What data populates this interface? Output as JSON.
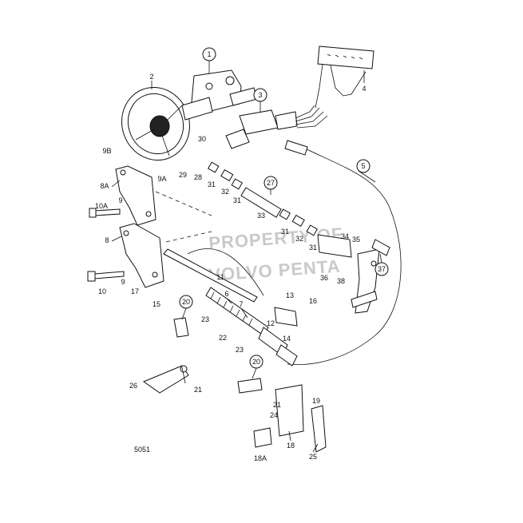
{
  "watermark": [
    "PROPERTY OF",
    "VOLVO PENTA"
  ],
  "figure_id": "5051",
  "labels": [
    {
      "id": "1",
      "text": "1",
      "circled": true
    },
    {
      "id": "2",
      "text": "2"
    },
    {
      "id": "3",
      "text": "3",
      "circled": true
    },
    {
      "id": "4",
      "text": "4"
    },
    {
      "id": "5",
      "text": "5",
      "circled": true
    },
    {
      "id": "6",
      "text": "6"
    },
    {
      "id": "7",
      "text": "7"
    },
    {
      "id": "8",
      "text": "8"
    },
    {
      "id": "8A",
      "text": "8A"
    },
    {
      "id": "9a",
      "text": "9"
    },
    {
      "id": "9b",
      "text": "9"
    },
    {
      "id": "9A",
      "text": "9A"
    },
    {
      "id": "9B",
      "text": "9B"
    },
    {
      "id": "10",
      "text": "10"
    },
    {
      "id": "10A",
      "text": "10A"
    },
    {
      "id": "11",
      "text": "11"
    },
    {
      "id": "12",
      "text": "12"
    },
    {
      "id": "13",
      "text": "13"
    },
    {
      "id": "14",
      "text": "14"
    },
    {
      "id": "15",
      "text": "15"
    },
    {
      "id": "16",
      "text": "16"
    },
    {
      "id": "17",
      "text": "17"
    },
    {
      "id": "18",
      "text": "18"
    },
    {
      "id": "18A",
      "text": "18A"
    },
    {
      "id": "19",
      "text": "19"
    },
    {
      "id": "20a",
      "text": "20",
      "circled": true
    },
    {
      "id": "20b",
      "text": "20",
      "circled": true
    },
    {
      "id": "21a",
      "text": "21"
    },
    {
      "id": "21b",
      "text": "21"
    },
    {
      "id": "22",
      "text": "22"
    },
    {
      "id": "23a",
      "text": "23"
    },
    {
      "id": "23b",
      "text": "23"
    },
    {
      "id": "24",
      "text": "24"
    },
    {
      "id": "25",
      "text": "25"
    },
    {
      "id": "26",
      "text": "26"
    },
    {
      "id": "27",
      "text": "27",
      "circled": true
    },
    {
      "id": "28",
      "text": "28"
    },
    {
      "id": "29",
      "text": "29"
    },
    {
      "id": "30",
      "text": "30"
    },
    {
      "id": "31a",
      "text": "31"
    },
    {
      "id": "31b",
      "text": "31"
    },
    {
      "id": "31c",
      "text": "31"
    },
    {
      "id": "31d",
      "text": "31"
    },
    {
      "id": "32a",
      "text": "32"
    },
    {
      "id": "32b",
      "text": "32"
    },
    {
      "id": "33",
      "text": "33"
    },
    {
      "id": "34",
      "text": "34"
    },
    {
      "id": "35",
      "text": "35"
    },
    {
      "id": "36",
      "text": "36"
    },
    {
      "id": "37",
      "text": "37",
      "circled": true
    },
    {
      "id": "38",
      "text": "38"
    }
  ]
}
